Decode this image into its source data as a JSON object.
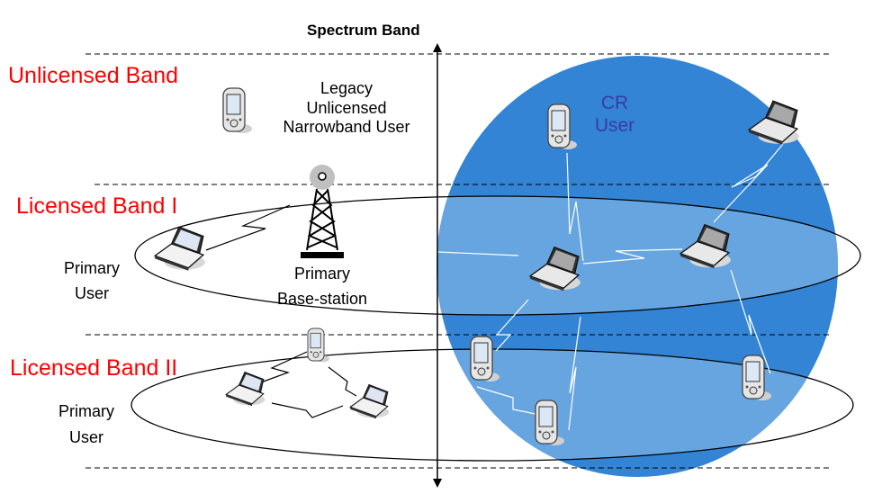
{
  "diagram": {
    "axis_title": "Spectrum Band",
    "bands": [
      {
        "label": "Unlicensed Band"
      },
      {
        "label": "Licensed Band I"
      },
      {
        "label": "Licensed Band II"
      }
    ],
    "labels": {
      "legacy_user": [
        "Legacy",
        "Unlicensed",
        "Narrowband User"
      ],
      "primary_user_band1": [
        "Primary",
        "User"
      ],
      "primary_base_station": [
        "Primary",
        "Base-station"
      ],
      "primary_user_band2": [
        "Primary",
        "User"
      ],
      "cr_user": [
        "CR",
        "User"
      ]
    },
    "colors": {
      "band_label": "#ff0000",
      "cr_region": "#3384d4",
      "cr_overlap": "#66a5df",
      "cr_label": "#3a3aa8",
      "cr_link": "#ffffff",
      "primary_link": "#000000"
    },
    "devices": {
      "unlicensed": [
        "pda"
      ],
      "licensed_band_1": [
        "laptop",
        "base-station-tower"
      ],
      "licensed_band_2": [
        "pda",
        "laptop",
        "laptop"
      ],
      "cr_network": [
        "pda",
        "laptop",
        "laptop",
        "laptop",
        "pda",
        "pda",
        "pda"
      ]
    }
  }
}
